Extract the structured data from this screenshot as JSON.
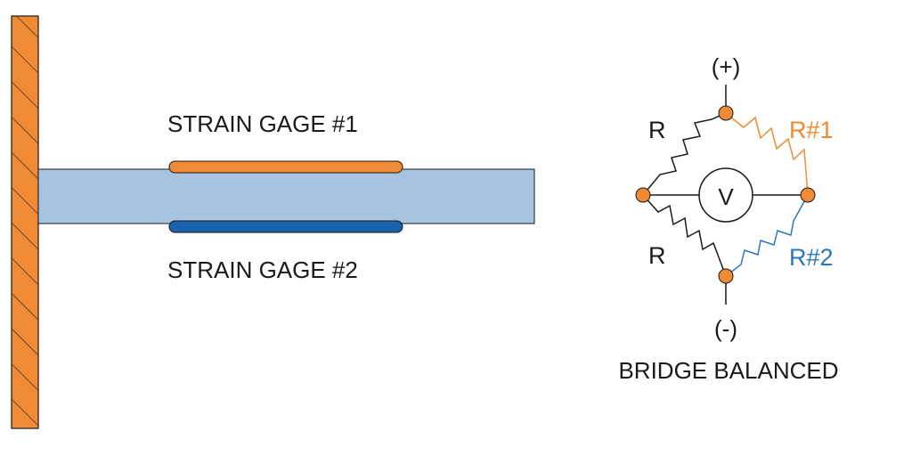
{
  "beam_diagram": {
    "gage1_label": "STRAIN GAGE #1",
    "gage2_label": "STRAIN GAGE #2"
  },
  "bridge": {
    "positive_label": "(+)",
    "negative_label": "(-)",
    "voltmeter_label": "V",
    "resistor_top_left_label": "R",
    "resistor_bottom_left_label": "R",
    "gage1_resistor_label": "R#1",
    "gage2_resistor_label": "R#2",
    "status_label": "BRIDGE BALANCED"
  },
  "colors": {
    "wall": "#f08a35",
    "beam": "#a6c3e0",
    "gage1": "#f08a35",
    "gage2": "#1a62ad",
    "r1_text": "#f08a35",
    "r2_text": "#2a78bf",
    "node": "#f08a35",
    "wire": "#1a1a1a"
  }
}
